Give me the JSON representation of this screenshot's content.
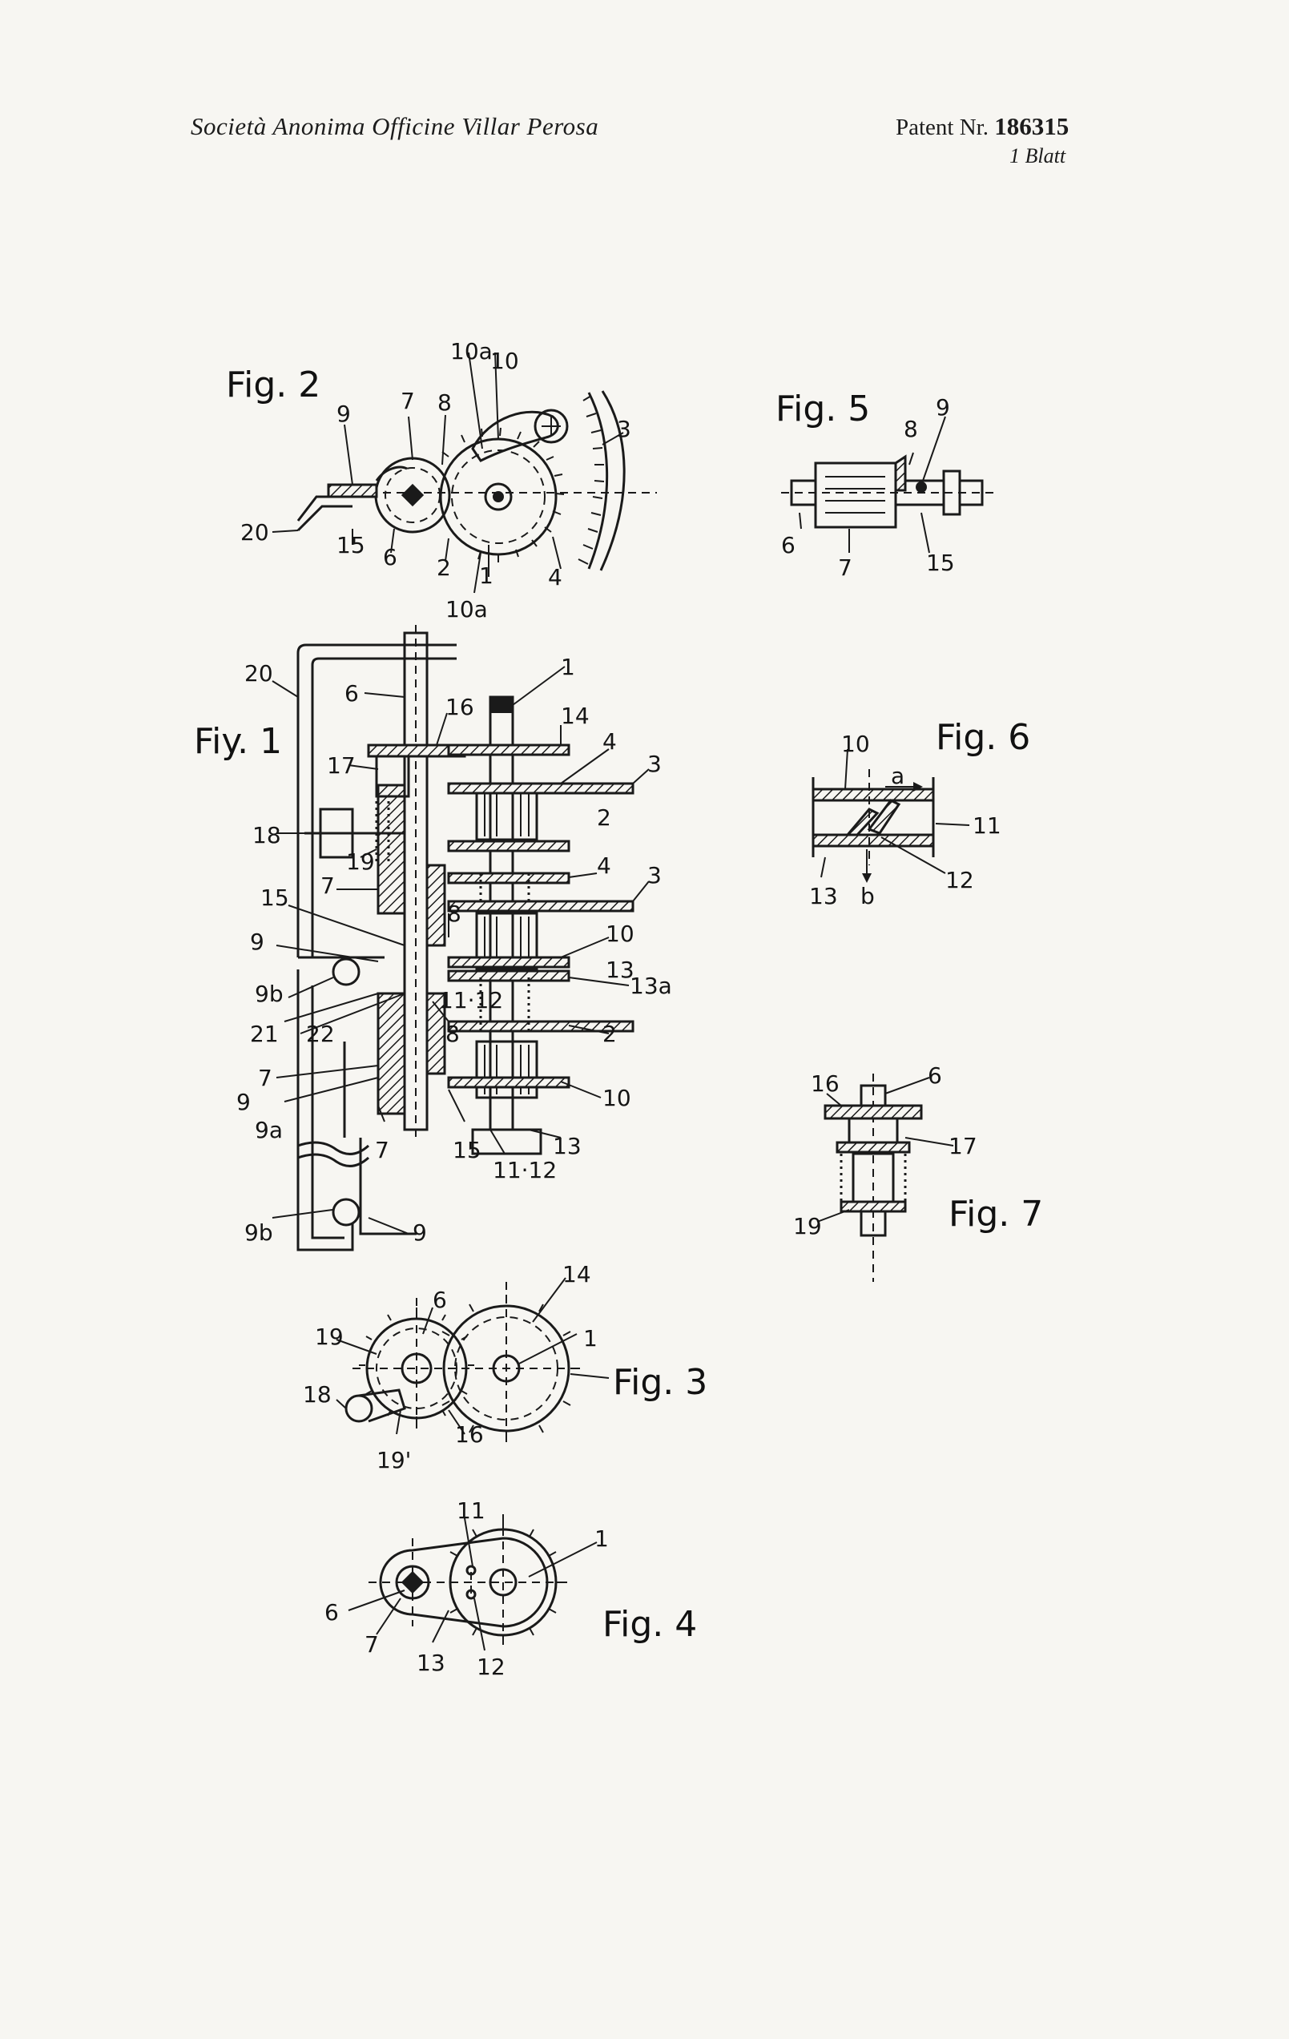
{
  "header": {
    "company": "Società Anonima Officine Villar Perosa",
    "patent_prefix": "Patent Nr.",
    "patent_number": "186315",
    "sheet": "1 Blatt"
  },
  "figures": {
    "fig1": {
      "title": "Fiy. 1",
      "labels": [
        "20",
        "6",
        "1",
        "16",
        "14",
        "4",
        "3",
        "17",
        "18",
        "2",
        "19",
        "7",
        "4",
        "3",
        "15",
        "8",
        "9",
        "10",
        "9b",
        "13",
        "13a",
        "21",
        "11·12",
        "22",
        "8",
        "2",
        "7",
        "9",
        "10",
        "9a",
        "7",
        "15",
        "11·12",
        "13",
        "9b",
        "9"
      ]
    },
    "fig2": {
      "title": "Fig. 2",
      "labels": [
        "10a",
        "10",
        "9",
        "7",
        "8",
        "3",
        "20",
        "15",
        "6",
        "2",
        "1",
        "4",
        "10a"
      ]
    },
    "fig3": {
      "title": "Fig. 3",
      "labels": [
        "14",
        "19",
        "6",
        "1",
        "18",
        "19'",
        "16"
      ]
    },
    "fig4": {
      "title": "Fig. 4",
      "labels": [
        "11",
        "1",
        "6",
        "7",
        "13",
        "12"
      ]
    },
    "fig5": {
      "title": "Fig. 5",
      "labels": [
        "8",
        "9",
        "6",
        "7",
        "15"
      ]
    },
    "fig6": {
      "title": "Fig. 6",
      "labels": [
        "10",
        "a",
        "11",
        "12",
        "13",
        "b"
      ]
    },
    "fig7": {
      "title": "Fig. 7",
      "labels": [
        "16",
        "6",
        "17",
        "19"
      ]
    }
  }
}
